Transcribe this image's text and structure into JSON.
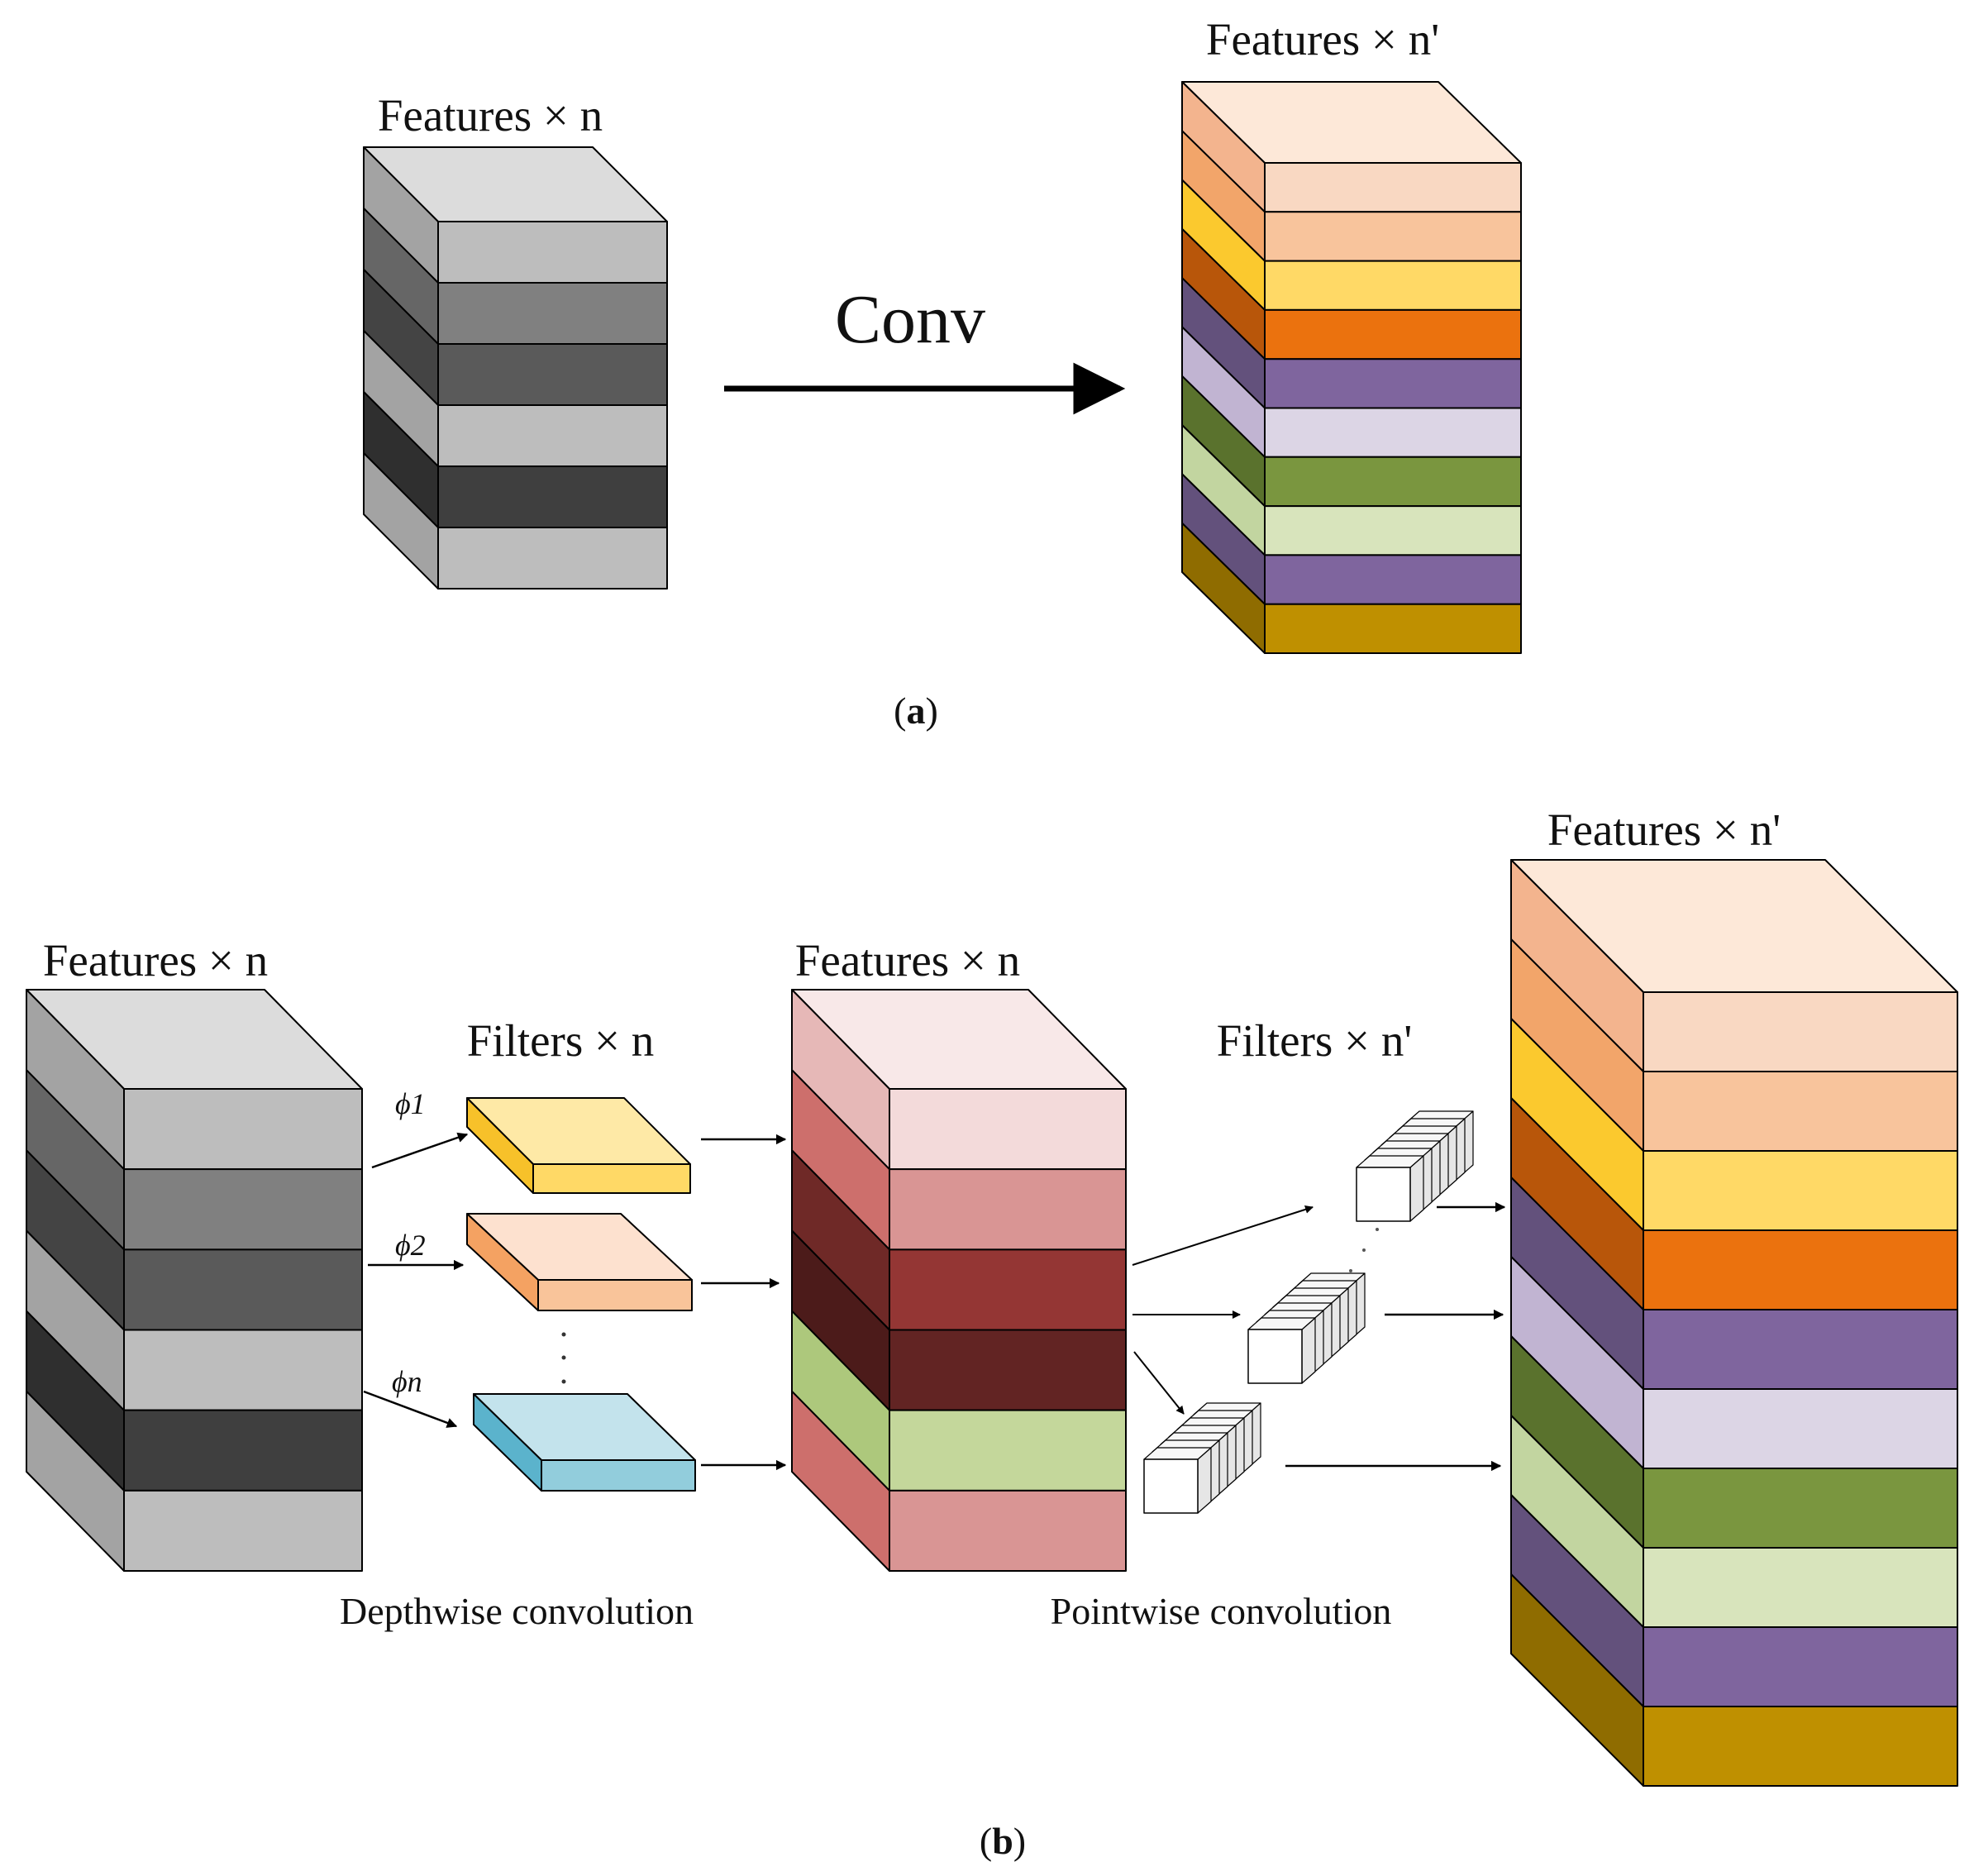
{
  "panel_a": {
    "input_label": "Features × n",
    "output_label": "Features × n'",
    "op_label": "Conv",
    "caption_open": "(",
    "caption_letter": "a",
    "caption_close": ")"
  },
  "panel_b": {
    "input_label": "Features × n",
    "depthwise_filters_label": "Filters × n",
    "mid_label": "Features × n",
    "pointwise_filters_label": "Filters × n'",
    "output_label": "Features × n'",
    "phi1": "ϕ1",
    "phi2": "ϕ2",
    "phin": "ϕn",
    "depthwise_label": "Depthwise convolution",
    "pointwise_label": "Pointwise convolution",
    "caption_open": "(",
    "caption_letter": "b",
    "caption_close": ")"
  },
  "colors": {
    "gray_front": [
      "#bdbdbd",
      "#808080",
      "#5a5a5a",
      "#bdbdbd",
      "#3f3f3f",
      "#bdbdbd"
    ],
    "gray_side": [
      "#a3a3a3",
      "#666666",
      "#444444",
      "#a3a3a3",
      "#2f2f2f",
      "#a3a3a3"
    ],
    "gray_top": "#dcdcdc",
    "out_front": [
      "#f9d8c2",
      "#f8c49c",
      "#ffd966",
      "#eb720e",
      "#7f659e",
      "#dcd5e5",
      "#7a963f",
      "#d8e4bc",
      "#7f659e",
      "#bf9000"
    ],
    "out_side": [
      "#f3b48e",
      "#f2a56a",
      "#fbc92e",
      "#b8560a",
      "#63517c",
      "#c1b4d2",
      "#5a722d",
      "#c2d5a0",
      "#63517c",
      "#8f6c00"
    ],
    "out_top": "#fde8d8",
    "mid_front": [
      "#f3dada",
      "#d99594",
      "#943634",
      "#622423",
      "#c4d79b",
      "#d99594"
    ],
    "mid_side": [
      "#e6b8b7",
      "#cd6f6c",
      "#6f2927",
      "#4c1b1a",
      "#adc87c",
      "#cd6f6c"
    ],
    "mid_top": "#f8e8e8",
    "filter1": [
      "#fee9a6",
      "#ffd966",
      "#f7c12a"
    ],
    "filter2": [
      "#fde1cf",
      "#f9c49a",
      "#f4a262"
    ],
    "filter3": [
      "#c3e3ec",
      "#92cddc",
      "#5bb3cc"
    ]
  }
}
